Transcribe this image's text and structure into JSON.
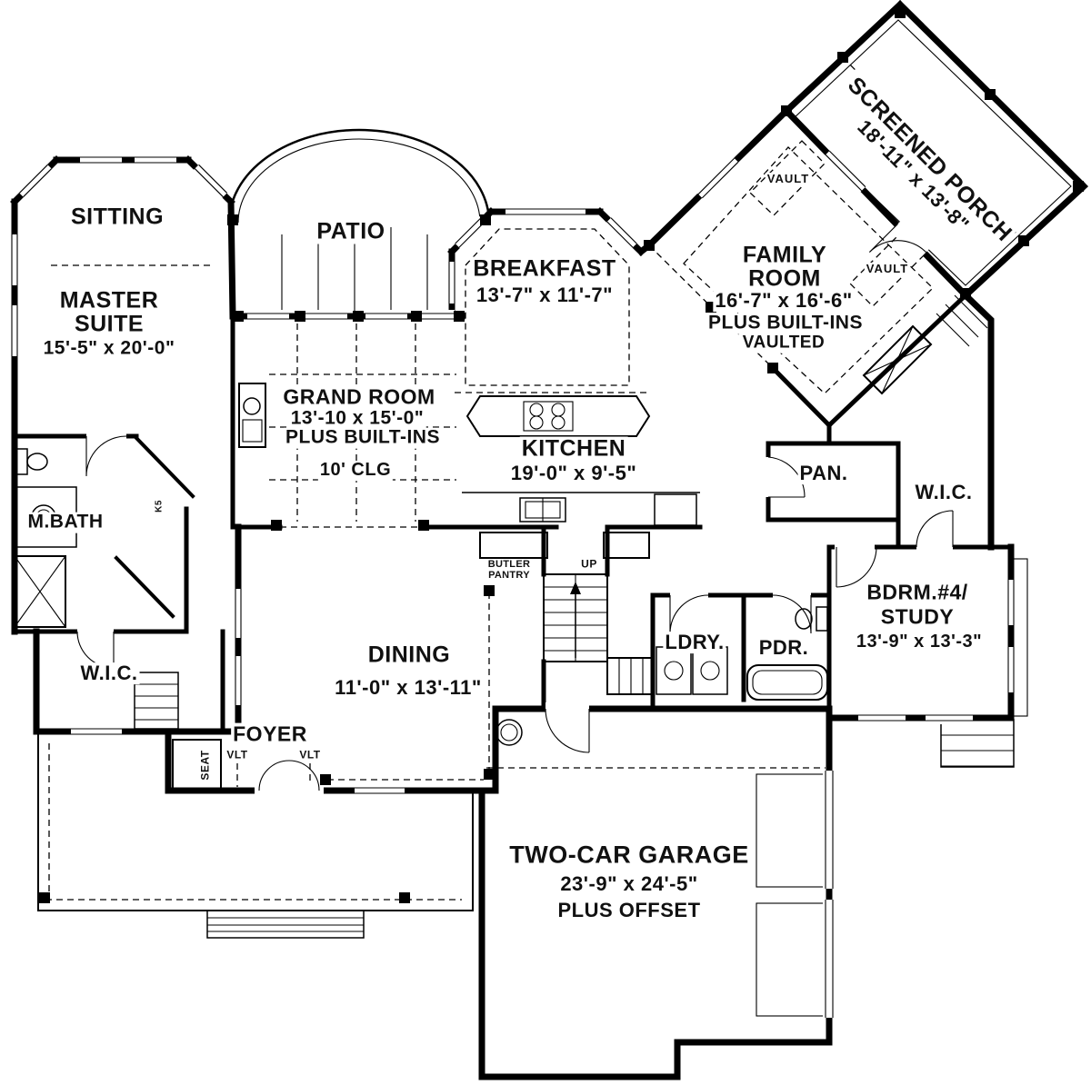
{
  "colors": {
    "wall": "#000000",
    "background": "#ffffff",
    "text": "#111111"
  },
  "rooms": {
    "sitting": {
      "name": "SITTING"
    },
    "master_suite": {
      "line1": "MASTER",
      "line2": "SUITE",
      "dims": "15'-5\" x 20'-0\""
    },
    "patio": {
      "name": "PATIO"
    },
    "breakfast": {
      "name": "BREAKFAST",
      "dims": "13'-7\" x 11'-7\""
    },
    "screened_porch": {
      "name": "SCREENED PORCH",
      "dims": "18'-11\" x 13'-8\""
    },
    "family_room": {
      "line1": "FAMILY",
      "line2": "ROOM",
      "dims": "16'-7\" x 16'-6\"",
      "note1": "PLUS BUILT-INS",
      "note2": "VAULTED"
    },
    "vault_upper": {
      "name": "VAULT"
    },
    "vault_lower": {
      "name": "VAULT"
    },
    "grand_room": {
      "name": "GRAND ROOM",
      "dims": "13'-10 x 15'-0\"",
      "note": "PLUS BUILT-INS",
      "ceiling": "10' CLG"
    },
    "kitchen": {
      "name": "KITCHEN",
      "dims": "19'-0\" x 9'-5\""
    },
    "pantry": {
      "name": "PAN."
    },
    "wic_right": {
      "name": "W.I.C."
    },
    "master_bath": {
      "name": "M.BATH"
    },
    "bedroom4": {
      "line1": "BDRM.#4/",
      "line2": "STUDY",
      "dims": "13'-9\" x 13'-3\""
    },
    "butler_pantry": {
      "line1": "BUTLER",
      "line2": "PANTRY"
    },
    "stairs": {
      "up": "UP"
    },
    "laundry": {
      "name": "LDRY."
    },
    "powder": {
      "name": "PDR."
    },
    "dining": {
      "name": "DINING",
      "dims": "11'-0\" x 13'-11\""
    },
    "wic_left": {
      "name": "W.I.C."
    },
    "foyer": {
      "name": "FOYER"
    },
    "seat": {
      "name": "SEAT"
    },
    "vlt_left": {
      "name": "VLT"
    },
    "vlt_right": {
      "name": "VLT"
    },
    "door_tag": {
      "name": "K5"
    },
    "garage": {
      "name": "TWO-CAR GARAGE",
      "dims": "23'-9\" x 24'-5\"",
      "note": "PLUS OFFSET"
    }
  }
}
